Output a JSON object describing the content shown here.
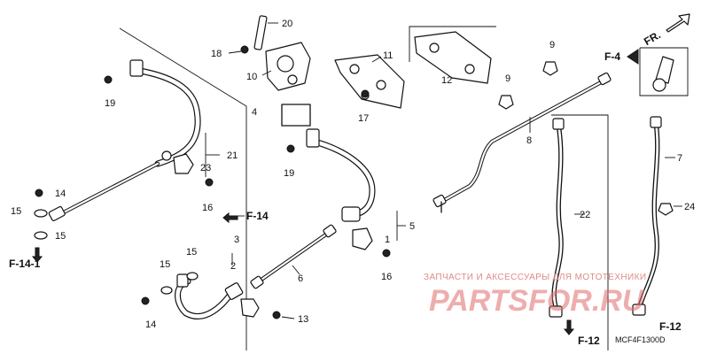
{
  "diagram": {
    "callouts": [
      "20",
      "18",
      "10",
      "11",
      "12",
      "9",
      "9",
      "17",
      "19",
      "19",
      "4",
      "21",
      "23",
      "16",
      "14",
      "15",
      "15",
      "8",
      "7",
      "22",
      "24",
      "5",
      "1",
      "16",
      "3",
      "2",
      "15",
      "15",
      "14",
      "6",
      "13"
    ],
    "refs": {
      "f4": "F-4",
      "fr": "FR.",
      "f14_top": "F-14",
      "f14_1": "F-14-1",
      "f12_bottom": "F-12",
      "f12_right": "F-12"
    },
    "code": "MCF4F1300D"
  },
  "watermark": {
    "line1": "ЗАПЧАСТИ И АКСЕССУАРЫ ДЛЯ МОТОТЕХНИКИ",
    "line2": "PARTSFOR.RU"
  }
}
